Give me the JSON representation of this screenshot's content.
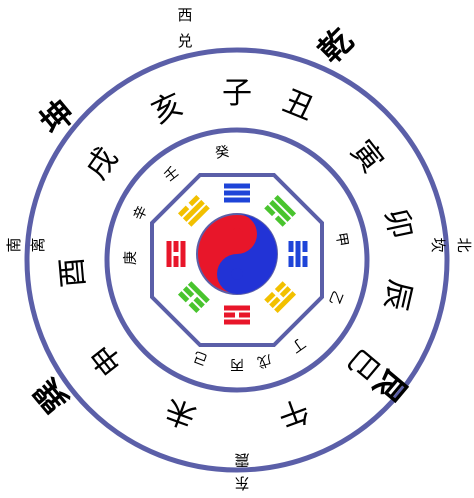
{
  "corners": [
    {
      "text": "乾"
    },
    {
      "text": "坤"
    },
    {
      "text": "巽"
    },
    {
      "text": "艮"
    }
  ],
  "directions": [
    {
      "a": "西",
      "b": "兑"
    },
    {
      "a": "北",
      "b": "坎"
    },
    {
      "a": "南",
      "b": "离"
    },
    {
      "a": "东",
      "b": "震"
    }
  ],
  "outer_ring": [
    "戌",
    "亥",
    "子",
    "丑",
    "寅",
    "卯",
    "辰",
    "巳",
    "午",
    "未",
    "申",
    "酉"
  ],
  "inner_ring": [
    "癸",
    "甲",
    "乙",
    "丁",
    "己",
    "庚",
    "辛",
    "壬",
    "丙",
    "戊"
  ],
  "colors": {
    "ring_stroke": "#5b5fa8",
    "yin": "#2233d6",
    "yang": "#e8162a",
    "trigram_top": "#1e44d8",
    "trigram_right": "#1e44d8",
    "trigram_bottom_right": "#f2c000",
    "trigram_bottom": "#e8162a",
    "trigram_bottom_left": "#49c42e",
    "trigram_left": "#e8162a",
    "trigram_top_left": "#f2c000",
    "trigram_top_right": "#49c42e"
  }
}
